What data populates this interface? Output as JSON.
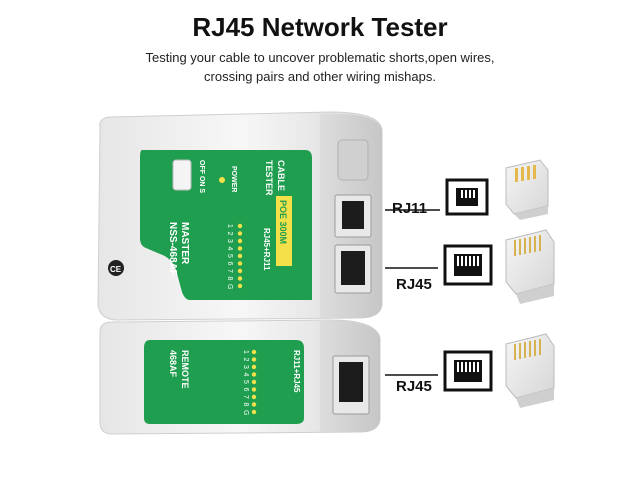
{
  "header": {
    "title": "RJ45 Network Tester",
    "subtitle_line1": "Testing your cable to uncover problematic shorts,open wires,",
    "subtitle_line2": "crossing pairs and other wiring mishaps."
  },
  "master_unit": {
    "badge": "POE 300M",
    "label_cable": "CABLE",
    "label_tester": "TESTER",
    "label_power": "POWER",
    "label_switch": "OFF ON S",
    "label_ports": "RJ45+RJ11",
    "label_master": "MASTER",
    "label_model": "NSS-468AF",
    "led_numbers": [
      "1",
      "2",
      "3",
      "4",
      "5",
      "6",
      "7",
      "8",
      "G"
    ],
    "mark": "CE"
  },
  "remote_unit": {
    "label_remote": "REMOTE",
    "label_model": "468AF",
    "label_ports": "RJ11+RJ45",
    "led_numbers": [
      "1",
      "2",
      "3",
      "4",
      "5",
      "6",
      "7",
      "8",
      "G"
    ]
  },
  "connectors": {
    "rj11_label": "RJ11",
    "rj45_label_1": "RJ45",
    "rj45_label_2": "RJ45"
  },
  "colors": {
    "device_body": "#f2f2f2",
    "panel_green": "#1f9e4f",
    "label_yellow": "#f4e14a"
  }
}
